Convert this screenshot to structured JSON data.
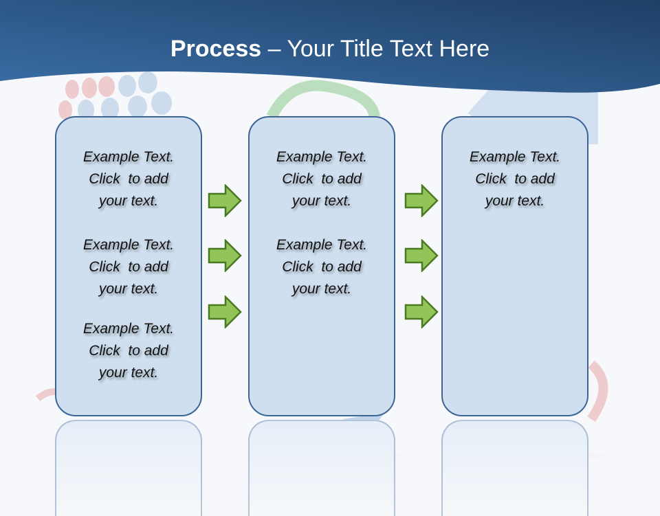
{
  "slide": {
    "title_bold": "Process",
    "title_rest": " – Your Title Text Here",
    "colors": {
      "header_dark": "#1f3f66",
      "header_light": "#3a6fa6",
      "box_fill": "#cfdfef",
      "box_border": "#3c6596",
      "arrow_fill": "#92c45a",
      "arrow_border": "#4c7a22"
    }
  },
  "columns": [
    {
      "items": [
        {
          "line1": "Example Text.",
          "line2": "Click  to add",
          "line3": "your text."
        },
        {
          "line1": "Example Text.",
          "line2": "Click  to add",
          "line3": "your text."
        },
        {
          "line1": "Example Text.",
          "line2": "Click  to add",
          "line3": "your text."
        }
      ]
    },
    {
      "items": [
        {
          "line1": "Example Text.",
          "line2": "Click  to add",
          "line3": "your text."
        },
        {
          "line1": "Example Text.",
          "line2": "Click  to add",
          "line3": "your text."
        }
      ]
    },
    {
      "items": [
        {
          "line1": "Example Text.",
          "line2": "Click  to add",
          "line3": "your text."
        }
      ]
    }
  ],
  "arrows": {
    "icon": "right-arrow-icon",
    "count_per_gap": 3
  }
}
